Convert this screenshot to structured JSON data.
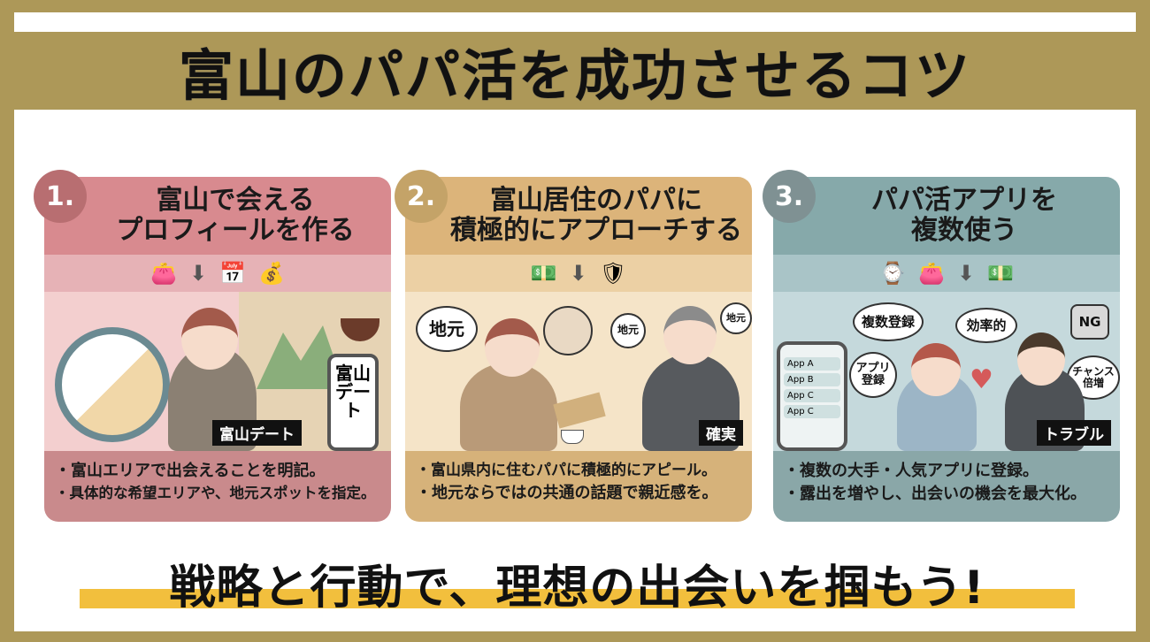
{
  "title": "富山のパパ活を成功させるコツ",
  "colors": {
    "frame": "#ad9858",
    "card1_head": "#d88a8f",
    "card1_icons": "#e6b2b6",
    "card1_scene": "#f3cfcf",
    "card1_footer": "#c98a8c",
    "card1_badge": "#b86e71",
    "card2_head": "#dcb47a",
    "card2_icons": "#ecd0a4",
    "card2_scene": "#f5e4c8",
    "card2_footer": "#d6b27a",
    "card2_badge": "#c4a368",
    "card3_head": "#86a9aa",
    "card3_icons": "#a9c4c7",
    "card3_scene": "#c5d9dc",
    "card3_footer": "#8aa7a8",
    "card3_badge": "#7f9193",
    "highlight": "#f2bf3d"
  },
  "cards": [
    {
      "number": "1.",
      "heading": "富山で会える\nプロフィールを作る",
      "icons": [
        "purse-yen-icon",
        "arrow-down-icon",
        "calendar-icon",
        "money-bag-icon"
      ],
      "icon_glyphs": [
        "👛",
        "⬇",
        "📅",
        "💰"
      ],
      "tag": "富山デート",
      "phone_text": "富山\nデート",
      "bullets": [
        "・富山エリアで出会えることを明記。",
        "・具体的な希望エリアや、地元スポットを指定。"
      ]
    },
    {
      "number": "2.",
      "heading": "富山居住のパパに\n積極的にアプローチする",
      "icons": [
        "cash-stack-icon",
        "arrow-down-icon",
        "shield-check-icon"
      ],
      "icon_glyphs": [
        "💵",
        "⬇",
        "🛡"
      ],
      "tag": "確実",
      "bubbles": [
        "地元",
        "地元",
        "地元"
      ],
      "bullets": [
        "・富山県内に住むパパに積極的にアピール。",
        "・地元ならではの共通の話題で親近感を。"
      ]
    },
    {
      "number": "3.",
      "heading": "パパ活アプリを\n複数使う",
      "icons": [
        "watch-icon",
        "purse-icon",
        "arrow-down-icon",
        "cash-stack-icon"
      ],
      "icon_glyphs": [
        "⌚",
        "👛",
        "⬇",
        "💵"
      ],
      "tag": "トラブル",
      "bubbles": [
        "複数登録",
        "効率的",
        "NG",
        "アプリ\n登録",
        "チャンス\n倍増"
      ],
      "apps": [
        "App A",
        "App B",
        "App C",
        "App C"
      ],
      "bullets": [
        "・複数の大手・人気アプリに登録。",
        "・露出を増やし、出会いの機会を最大化。"
      ]
    }
  ],
  "footer": "戦略と行動で、理想の出会いを掴もう!"
}
